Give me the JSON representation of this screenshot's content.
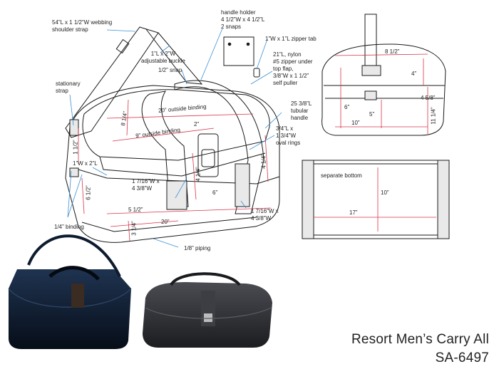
{
  "title": {
    "name": "Resort Men’s Carry All",
    "code": "SA-6497"
  },
  "callouts": {
    "shoulder_strap": "54”L x 1 1/2”W webbing\nshoulder strap",
    "handle_holder": "handle holder\n4 1/2”W x 4 1/2”L\n2 snaps",
    "zipper_tab": "1”W x 1”L zipper tab",
    "adjustable_buckle": "1”L x 2”W\nadjustable buckle",
    "snap": "1/2” snap",
    "zipper": "21”L, nylon\n#5 zipper under\ntop flap,\n3/8”W x 1 1/2”\nself puller",
    "stationary_strap": "stationary\nstrap",
    "tubular_handle": "25 3/8”L\ntubular\nhandle",
    "oval_rings": "3/4”L x\n1 3/4”W\noval rings",
    "tab_small": "1”W x 2”L",
    "strap_left": "1 7/16”W x\n4 3/8”W",
    "strap_right": "1 7/16”W x\n4 3/8”W",
    "binding": "1/4” binding",
    "piping": "1/8” piping",
    "separate_bottom": "separate bottom"
  },
  "dimensions": {
    "main": {
      "outside_binding_20": "20” outside binding",
      "outside_binding_9": "9” outside binding",
      "side_8_1_4": "8 1/4”",
      "flap_2": "2”",
      "front_4_1_4": "4 1/4”",
      "front_6": "6”",
      "right_4_1_4": "4 1/4”",
      "left_1_1_2": "1 1/2”",
      "left_6_1_2": "6 1/2”",
      "bottom_5_1_2": "5 1/2”",
      "bottom_20": "20”",
      "bottom_3_1_4": "3 1/4”"
    },
    "side_view": {
      "top_8_1_2": "8 1/2”",
      "right_4": "4”",
      "right_4_5_8": "4 5/8”",
      "right_11_1_4": "11 1/4”",
      "left_6": "6”",
      "center_5": "5”",
      "bottom_10": "10”"
    },
    "bottom_view": {
      "height_10": "10”",
      "width_17": "17”"
    }
  },
  "colors": {
    "line": "#1a1a1a",
    "dim_line": "#d8344a",
    "callout_line": "#3a8fd6",
    "bag_dark_blue": "#0d1b2e",
    "bag_gray": "#2c2d31"
  }
}
